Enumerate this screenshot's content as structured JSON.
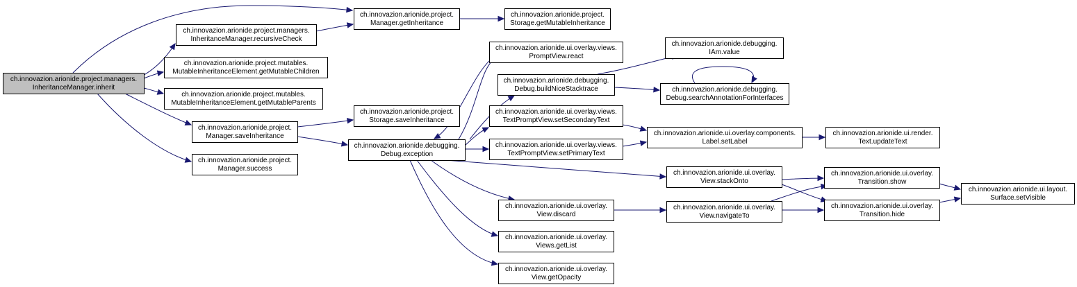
{
  "graph": {
    "nodes": [
      {
        "id": "inherit",
        "root": true,
        "lines": [
          "ch.innovazion.arionide.project.managers.",
          "InheritanceManager.inherit"
        ]
      },
      {
        "id": "recursiveCheck",
        "lines": [
          "ch.innovazion.arionide.project.managers.",
          "InheritanceManager.recursiveCheck"
        ]
      },
      {
        "id": "getMutableChildren",
        "lines": [
          "ch.innovazion.arionide.project.mutables.",
          "MutableInheritanceElement.getMutableChildren"
        ]
      },
      {
        "id": "getMutableParents",
        "lines": [
          "ch.innovazion.arionide.project.mutables.",
          "MutableInheritanceElement.getMutableParents"
        ]
      },
      {
        "id": "saveInheritanceMgr",
        "lines": [
          "ch.innovazion.arionide.project.",
          "Manager.saveInheritance"
        ]
      },
      {
        "id": "success",
        "lines": [
          "ch.innovazion.arionide.project.",
          "Manager.success"
        ]
      },
      {
        "id": "getInheritance",
        "lines": [
          "ch.innovazion.arionide.project.",
          "Manager.getInheritance"
        ]
      },
      {
        "id": "getMutableInheritance",
        "lines": [
          "ch.innovazion.arionide.project.",
          "Storage.getMutableInheritance"
        ]
      },
      {
        "id": "saveInheritanceStorage",
        "lines": [
          "ch.innovazion.arionide.project.",
          "Storage.saveInheritance"
        ]
      },
      {
        "id": "exception",
        "lines": [
          "ch.innovazion.arionide.debugging.",
          "Debug.exception"
        ]
      },
      {
        "id": "react",
        "lines": [
          "ch.innovazion.arionide.ui.overlay.views.",
          "PromptView.react"
        ]
      },
      {
        "id": "buildNiceStacktrace",
        "lines": [
          "ch.innovazion.arionide.debugging.",
          "Debug.buildNiceStacktrace"
        ]
      },
      {
        "id": "setSecondaryText",
        "lines": [
          "ch.innovazion.arionide.ui.overlay.views.",
          "TextPromptView.setSecondaryText"
        ]
      },
      {
        "id": "setPrimaryText",
        "lines": [
          "ch.innovazion.arionide.ui.overlay.views.",
          "TextPromptView.setPrimaryText"
        ]
      },
      {
        "id": "discard",
        "lines": [
          "ch.innovazion.arionide.ui.overlay.",
          "View.discard"
        ]
      },
      {
        "id": "getList",
        "lines": [
          "ch.innovazion.arionide.ui.overlay.",
          "Views.getList"
        ]
      },
      {
        "id": "getOpacity",
        "lines": [
          "ch.innovazion.arionide.ui.overlay.",
          "View.getOpacity"
        ]
      },
      {
        "id": "iamValue",
        "lines": [
          "ch.innovazion.arionide.debugging.",
          "IAm.value"
        ]
      },
      {
        "id": "searchAnnotation",
        "lines": [
          "ch.innovazion.arionide.debugging.",
          "Debug.searchAnnotationForInterfaces"
        ]
      },
      {
        "id": "setLabel",
        "lines": [
          "ch.innovazion.arionide.ui.overlay.components.",
          "Label.setLabel"
        ]
      },
      {
        "id": "stackOnto",
        "lines": [
          "ch.innovazion.arionide.ui.overlay.",
          "View.stackOnto"
        ]
      },
      {
        "id": "navigateTo",
        "lines": [
          "ch.innovazion.arionide.ui.overlay.",
          "View.navigateTo"
        ]
      },
      {
        "id": "updateText",
        "lines": [
          "ch.innovazion.arionide.ui.render.",
          "Text.updateText"
        ]
      },
      {
        "id": "show",
        "lines": [
          "ch.innovazion.arionide.ui.overlay.",
          "Transition.show"
        ]
      },
      {
        "id": "hide",
        "lines": [
          "ch.innovazion.arionide.ui.overlay.",
          "Transition.hide"
        ]
      },
      {
        "id": "setVisible",
        "lines": [
          "ch.innovazion.arionide.ui.layout.",
          "Surface.setVisible"
        ]
      }
    ],
    "edges": [
      {
        "from": "inherit",
        "to": "getInheritance"
      },
      {
        "from": "inherit",
        "to": "recursiveCheck"
      },
      {
        "from": "inherit",
        "to": "getMutableChildren"
      },
      {
        "from": "inherit",
        "to": "getMutableParents"
      },
      {
        "from": "inherit",
        "to": "saveInheritanceMgr"
      },
      {
        "from": "inherit",
        "to": "success"
      },
      {
        "from": "recursiveCheck",
        "to": "getInheritance"
      },
      {
        "from": "getInheritance",
        "to": "getMutableInheritance"
      },
      {
        "from": "saveInheritanceMgr",
        "to": "saveInheritanceStorage"
      },
      {
        "from": "saveInheritanceMgr",
        "to": "exception"
      },
      {
        "from": "exception",
        "to": "react"
      },
      {
        "from": "exception",
        "to": "buildNiceStacktrace"
      },
      {
        "from": "exception",
        "to": "setSecondaryText"
      },
      {
        "from": "exception",
        "to": "setPrimaryText"
      },
      {
        "from": "exception",
        "to": "stackOnto"
      },
      {
        "from": "exception",
        "to": "discard"
      },
      {
        "from": "exception",
        "to": "getList"
      },
      {
        "from": "exception",
        "to": "getOpacity"
      },
      {
        "from": "react",
        "to": "exception"
      },
      {
        "from": "buildNiceStacktrace",
        "to": "iamValue"
      },
      {
        "from": "buildNiceStacktrace",
        "to": "searchAnnotation"
      },
      {
        "from": "searchAnnotation",
        "to": "searchAnnotation"
      },
      {
        "from": "setSecondaryText",
        "to": "setLabel"
      },
      {
        "from": "setPrimaryText",
        "to": "setLabel"
      },
      {
        "from": "setLabel",
        "to": "updateText"
      },
      {
        "from": "discard",
        "to": "navigateTo"
      },
      {
        "from": "stackOnto",
        "to": "show"
      },
      {
        "from": "stackOnto",
        "to": "hide"
      },
      {
        "from": "navigateTo",
        "to": "show"
      },
      {
        "from": "navigateTo",
        "to": "hide"
      },
      {
        "from": "show",
        "to": "setVisible"
      },
      {
        "from": "hide",
        "to": "setVisible"
      }
    ]
  }
}
